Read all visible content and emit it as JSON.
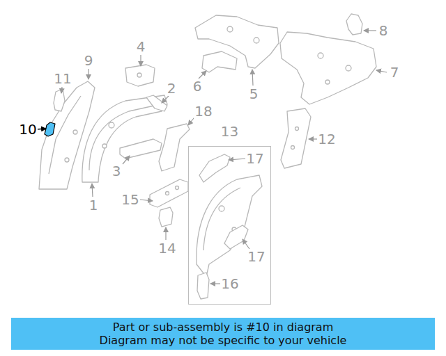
{
  "diagram": {
    "nodes": [
      {
        "text": [
          "13"
        ]
      },
      {
        "text": [
          "Part or sub-assembly is #10 in diagram",
          "Diagram may not be specific to your vehicle"
        ]
      }
    ],
    "labels": [
      "8",
      "4",
      "9",
      "7",
      "11",
      "2",
      "6",
      "5",
      "10",
      "18",
      "12",
      "3",
      "15",
      "1",
      "14",
      "17",
      "17",
      "16"
    ]
  }
}
